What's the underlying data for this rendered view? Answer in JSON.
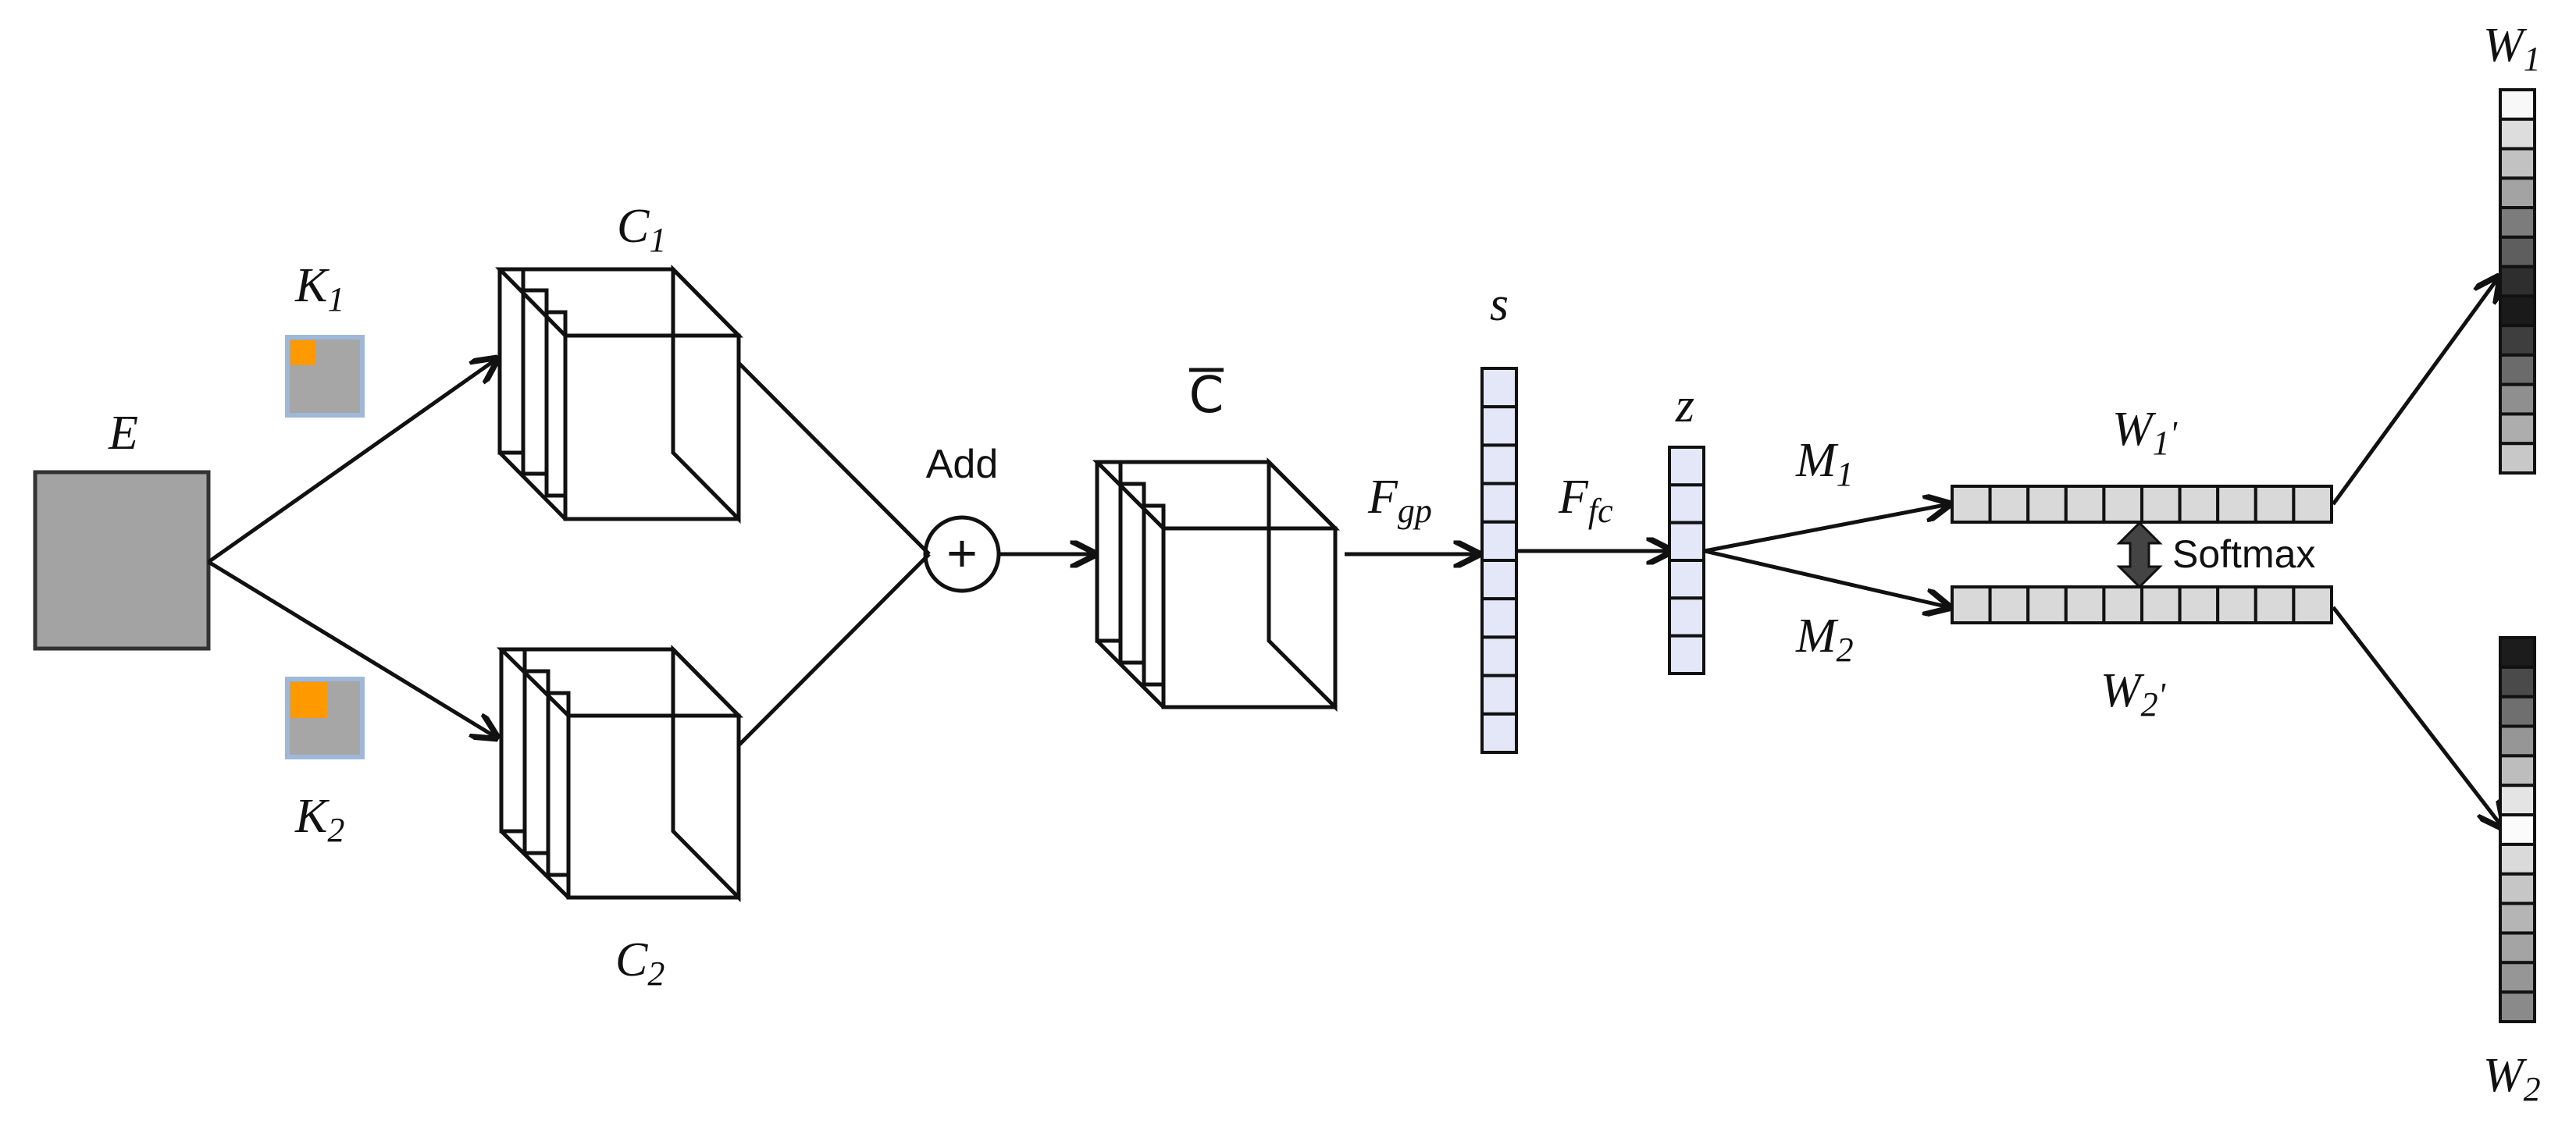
{
  "labels": {
    "E": "E",
    "K1_main": "K",
    "K1_sub": "1",
    "K2_main": "K",
    "K2_sub": "2",
    "C1_main": "C",
    "C1_sub": "1",
    "C2_main": "C",
    "C2_sub": "2",
    "add": "Add",
    "plus": "+",
    "cbar": "C",
    "Fgp_main": "F",
    "Fgp_sub": "gp",
    "s": "s",
    "Ffc_main": "F",
    "Ffc_sub": "fc",
    "z": "z",
    "M1_main": "M",
    "M1_sub": "1",
    "M2_main": "M",
    "M2_sub": "2",
    "W1p_main": "W",
    "W1p_sub": "1",
    "W2p_main": "W",
    "W2p_sub": "2",
    "prime": "'",
    "softmax": "Softmax",
    "W1_main": "W",
    "W1_sub": "1",
    "W2_main": "W",
    "W2_sub": "2"
  },
  "colors": {
    "stroke": "#111111",
    "E_fill": "#a3a3a3",
    "kernel_bg": "#a6a6a6",
    "kernel_border": "#9fb8d8",
    "kernel_accent": "#ff9900",
    "vector_fill": "#e3e7f7",
    "wprime_fill": "#d9d9d9"
  },
  "vectors": {
    "s_cells": 10,
    "z_cells": 6,
    "w_prime_cells": 10
  },
  "W1_shades": [
    "#f8f8f8",
    "#dddddd",
    "#c2c2c2",
    "#a3a3a3",
    "#7c7c7c",
    "#5e5e5e",
    "#2e2e2e",
    "#1a1a1a",
    "#3e3e3e",
    "#6b6b6b",
    "#8f8f8f",
    "#adadad",
    "#c8c8c8"
  ],
  "W2_shades": [
    "#1c1c1c",
    "#4a4a4a",
    "#6f6f6f",
    "#969696",
    "#bdbdbd",
    "#e4e4e4",
    "#fbfbfb",
    "#dadada",
    "#c6c6c6",
    "#b5b5b5",
    "#a4a4a4",
    "#969696",
    "#8a8a8a"
  ]
}
